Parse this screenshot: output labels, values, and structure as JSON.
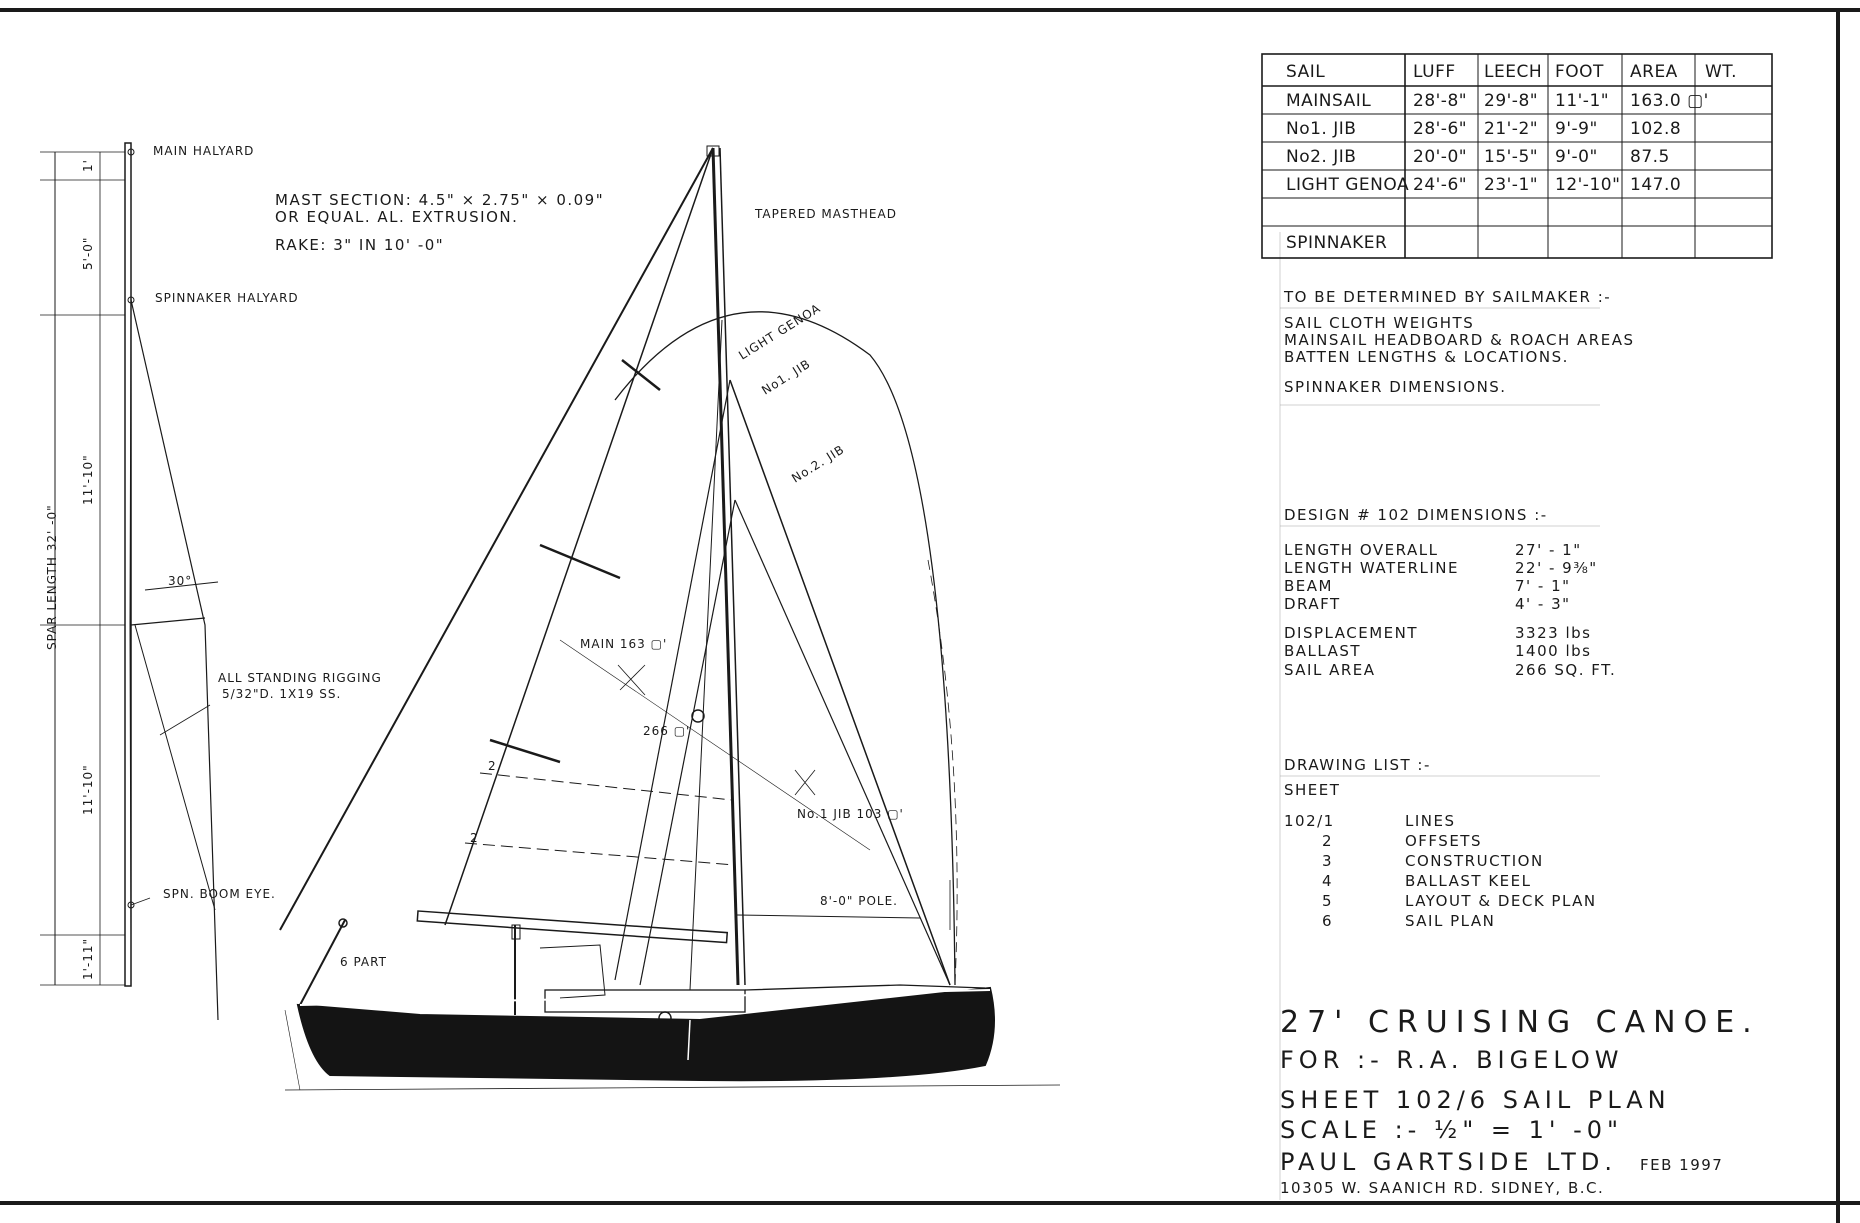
{
  "colors": {
    "ink": "#1a1a1a",
    "paper": "#ffffff",
    "hull": "#141414"
  },
  "sail_table": {
    "headers": [
      "SAIL",
      "LUFF",
      "LEECH",
      "FOOT",
      "AREA",
      "WT."
    ],
    "rows": [
      [
        "MAINSAIL",
        "28'-8\"",
        "29'-8\"",
        "11'-1\"",
        "163.0 ▢'",
        ""
      ],
      [
        "No1. JIB",
        "28'-6\"",
        "21'-2\"",
        "9'-9\"",
        "102.8",
        ""
      ],
      [
        "No2. JIB",
        "20'-0\"",
        "15'-5\"",
        "9'-0\"",
        "87.5",
        ""
      ],
      [
        "LIGHT GENOA",
        "24'-6\"",
        "23'-1\"",
        "12'-10\"",
        "147.0",
        ""
      ],
      [
        "",
        "",
        "",
        "",
        "",
        ""
      ],
      [
        "SPINNAKER",
        "",
        "",
        "",
        "",
        ""
      ]
    ]
  },
  "sailmaker_notes": {
    "heading": "TO BE DETERMINED BY SAILMAKER :-",
    "items": [
      "SAIL CLOTH WEIGHTS",
      "MAINSAIL HEADBOARD & ROACH AREAS",
      "BATTEN LENGTHS & LOCATIONS.",
      "SPINNAKER DIMENSIONS."
    ]
  },
  "dimensions": {
    "heading": "DESIGN # 102 DIMENSIONS :-",
    "rows": [
      {
        "label": "LENGTH OVERALL",
        "value": "27' - 1\""
      },
      {
        "label": "LENGTH WATERLINE",
        "value": "22' - 9⅜\""
      },
      {
        "label": "BEAM",
        "value": "7' - 1\""
      },
      {
        "label": "DRAFT",
        "value": "4' - 3\""
      },
      {
        "label": "DISPLACEMENT",
        "value": "3323 lbs"
      },
      {
        "label": "BALLAST",
        "value": "1400 lbs"
      },
      {
        "label": "SAIL AREA",
        "value": "266 SQ. FT."
      }
    ]
  },
  "drawing_list": {
    "heading": "DRAWING LIST :-",
    "sheet_label": "SHEET",
    "items": [
      {
        "num": "102/1",
        "name": "LINES"
      },
      {
        "num": "2",
        "name": "OFFSETS"
      },
      {
        "num": "3",
        "name": "CONSTRUCTION"
      },
      {
        "num": "4",
        "name": "BALLAST KEEL"
      },
      {
        "num": "5",
        "name": "LAYOUT & DECK PLAN"
      },
      {
        "num": "6",
        "name": "SAIL PLAN"
      }
    ]
  },
  "title_block": {
    "title": "27' CRUISING CANOE.",
    "for": "FOR :- R.A. BIGELOW",
    "sheet": "SHEET 102/6 SAIL PLAN",
    "scale": "SCALE :- ½\" = 1' -0\"",
    "firm": "PAUL GARTSIDE LTD.",
    "date": "FEB 1997",
    "address": "10305 W. SAANICH RD. SIDNEY, B.C."
  },
  "mast_notes": {
    "section_line1": "MAST SECTION: 4.5\" × 2.75\" × 0.09\"",
    "section_line2": "OR EQUAL. AL. EXTRUSION.",
    "rake": "RAKE: 3\" IN 10' -0\""
  },
  "spar_labels": {
    "main_halyard": "MAIN HALYARD",
    "spinnaker_halyard": "SPINNAKER HALYARD",
    "standing_rigging_1": "ALL STANDING RIGGING",
    "standing_rigging_2": "5/32\"D. 1X19 SS.",
    "boom_eye": "SPN. BOOM EYE.",
    "spar_length": "SPAR LENGTH 32' -0\"",
    "dim_top": "1'",
    "dim_5": "5'-0\"",
    "dim_11a": "11'-10\"",
    "dim_11b": "11'-10\"",
    "dim_bottom": "1'-11\"",
    "angle": "30°"
  },
  "sail_plan_labels": {
    "tapered_masthead": "TAPERED MASTHEAD",
    "light_genoa": "LIGHT GENOA",
    "no1_jib": "No1. JIB",
    "no2_jib": "No.2. JIB",
    "main_area": "MAIN 163 ▢'",
    "total_area": "266 ▢'",
    "no1_jib_area": "No.1 JIB 103 ▢'",
    "pole": "8'-0\" POLE.",
    "six_part": "6 PART",
    "reef1": "2",
    "reef2": "2"
  }
}
